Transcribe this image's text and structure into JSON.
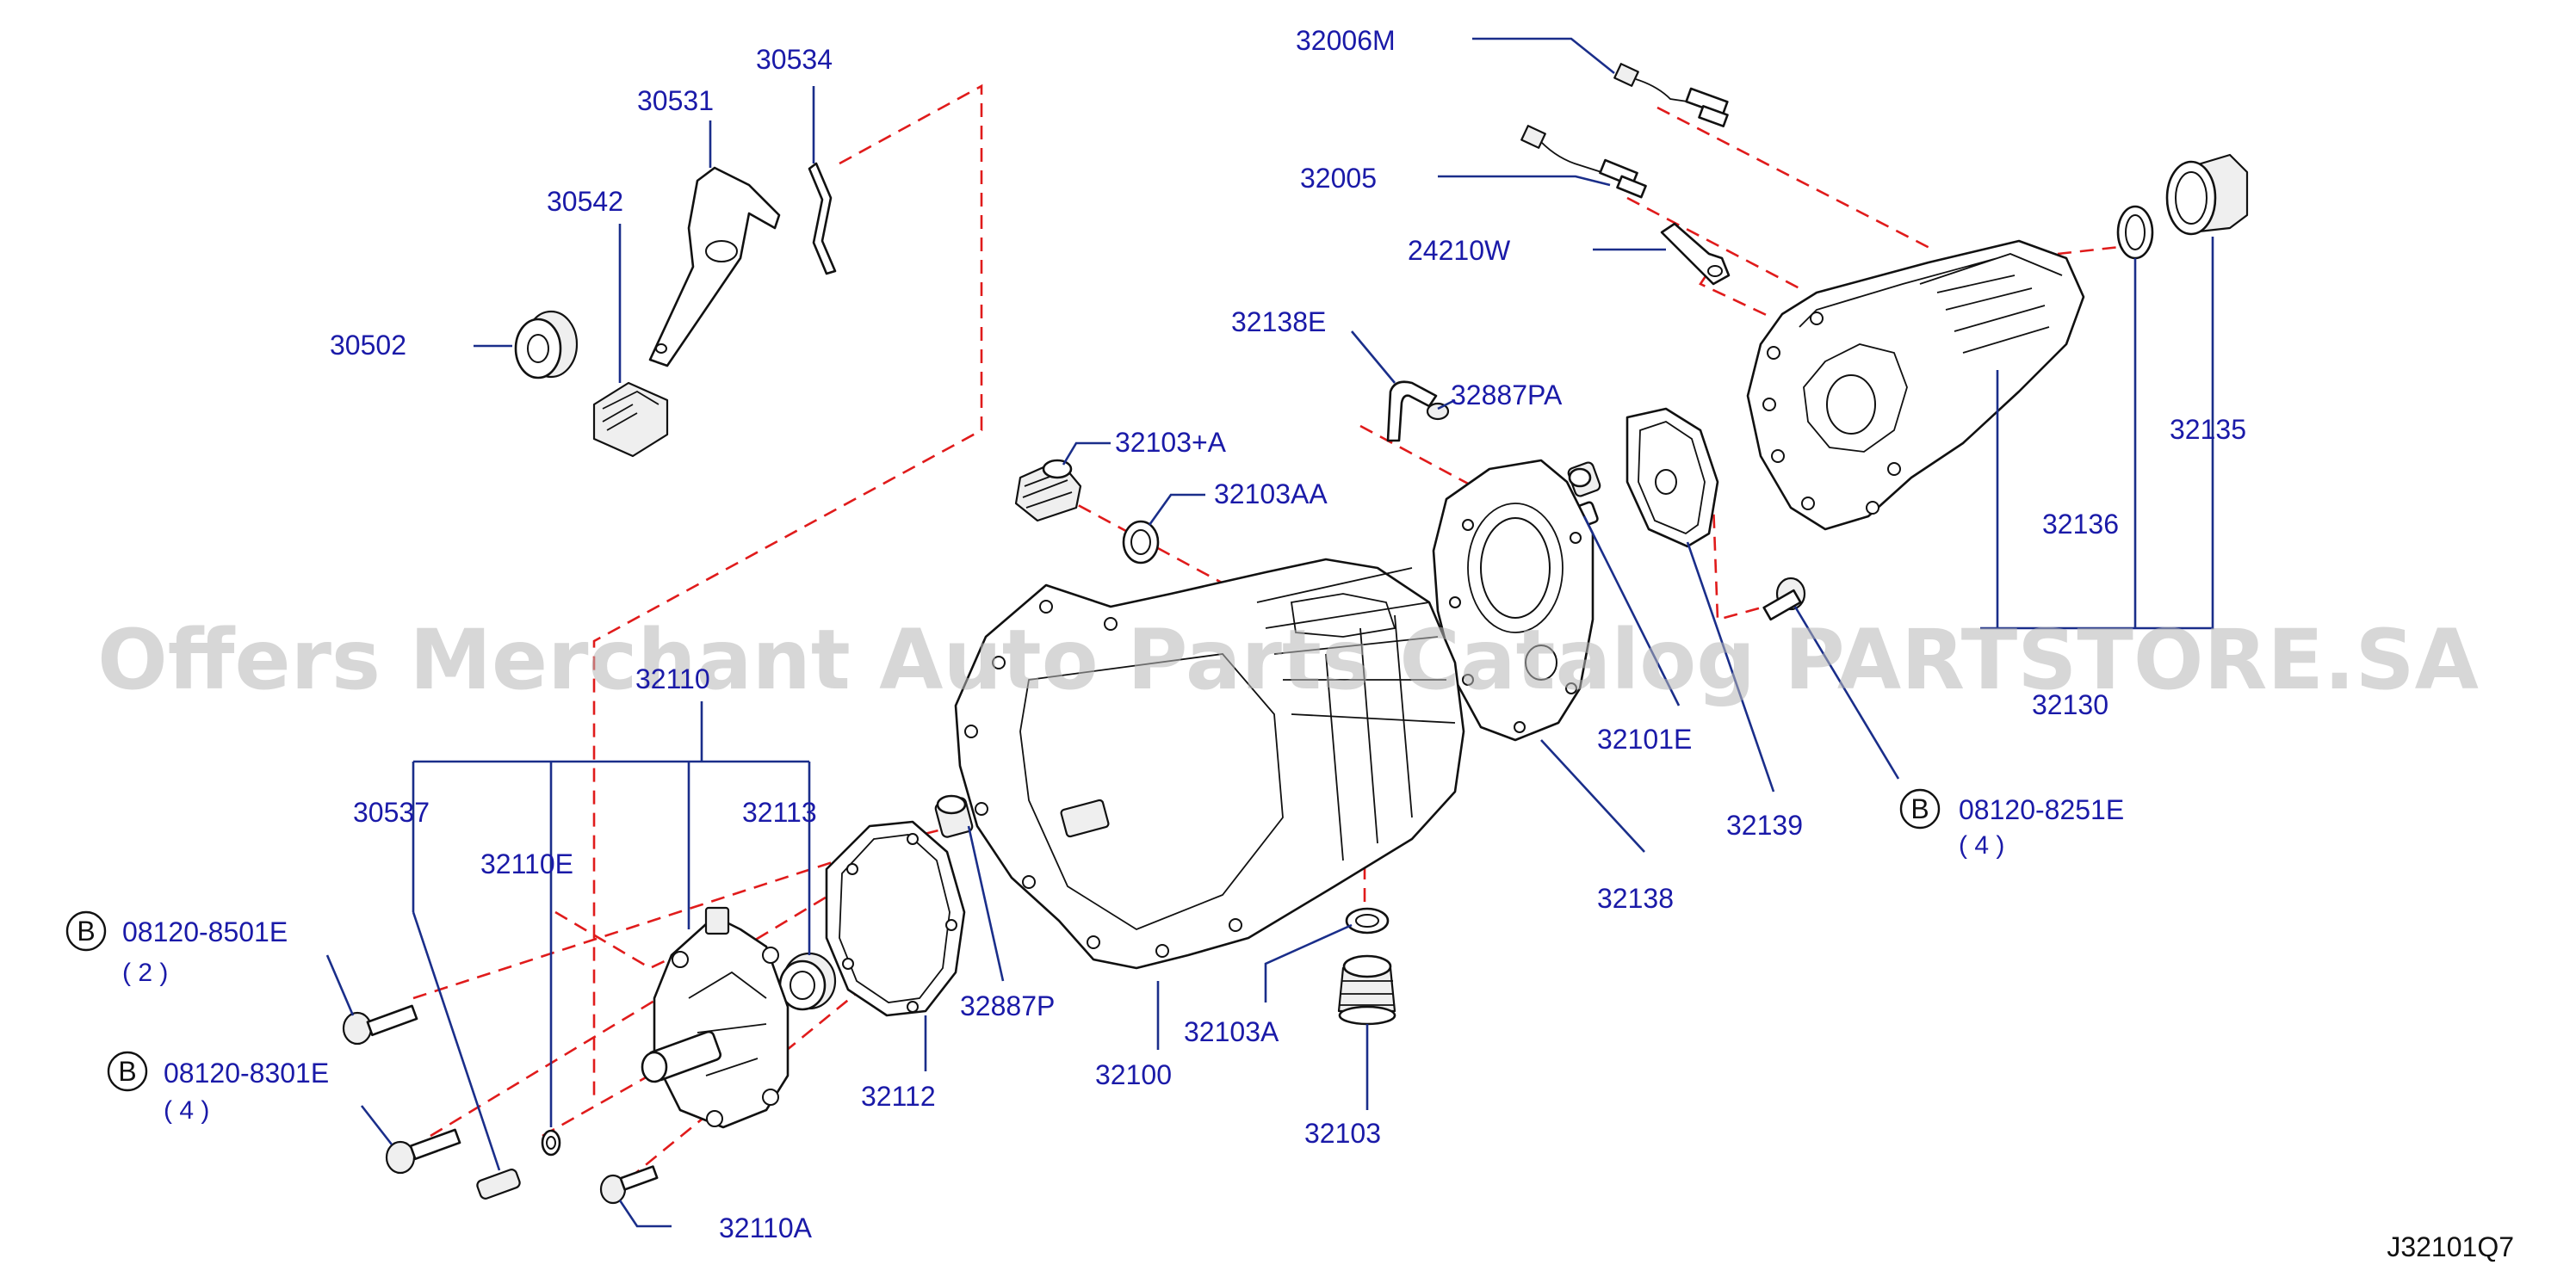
{
  "watermark": "Offers Merchant Auto Parts Catalog PARTSTORE.SA",
  "diagram_code": "J32101Q7",
  "part_labels": {
    "p32006M": "32006M",
    "p32005": "32005",
    "p24210W": "24210W",
    "p32138E": "32138E",
    "p32887PA": "32887PA",
    "p32103pA": "32103+A",
    "p32103AA": "32103AA",
    "p30531": "30531",
    "p30534": "30534",
    "p30542": "30542",
    "p30502": "30502",
    "p32135": "32135",
    "p32136": "32136",
    "p32130": "32130",
    "p32101E": "32101E",
    "p32139": "32139",
    "p32138": "32138",
    "p32110": "32110",
    "p30537": "30537",
    "p32110E": "32110E",
    "p32113": "32113",
    "p32887P": "32887P",
    "p32112": "32112",
    "p32100": "32100",
    "p32103A": "32103A",
    "p32103": "32103",
    "p32110A": "32110A"
  },
  "bolt_callouts": [
    {
      "marker": "B",
      "part": "08120-8501E",
      "qty": "( 2 )"
    },
    {
      "marker": "B",
      "part": "08120-8301E",
      "qty": "( 4 )"
    },
    {
      "marker": "B",
      "part": "08120-8251E",
      "qty": "( 4 )"
    }
  ]
}
